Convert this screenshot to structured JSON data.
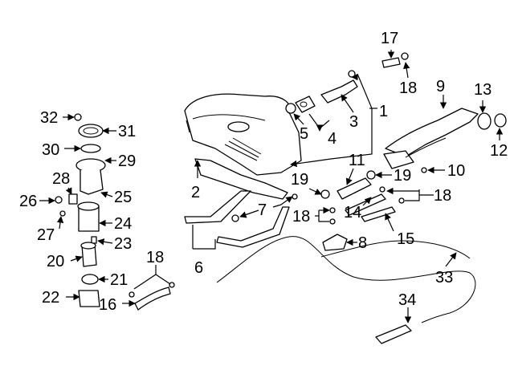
{
  "diagram": {
    "callouts": {
      "c1": "1",
      "c2": "2",
      "c3": "3",
      "c4": "4",
      "c5": "5",
      "c6": "6",
      "c7": "7",
      "c8": "8",
      "c9": "9",
      "c10": "10",
      "c11": "11",
      "c12": "12",
      "c13": "13",
      "c14": "14",
      "c15": "15",
      "c16": "16",
      "c17": "17",
      "c18a": "18",
      "c18b": "18",
      "c18c": "18",
      "c18d": "18",
      "c19a": "19",
      "c19b": "19",
      "c20": "20",
      "c21": "21",
      "c22": "22",
      "c23": "23",
      "c24": "24",
      "c25": "25",
      "c26": "26",
      "c27": "27",
      "c28": "28",
      "c29": "29",
      "c30": "30",
      "c31": "31",
      "c32": "32",
      "c33": "33",
      "c34": "34"
    }
  }
}
